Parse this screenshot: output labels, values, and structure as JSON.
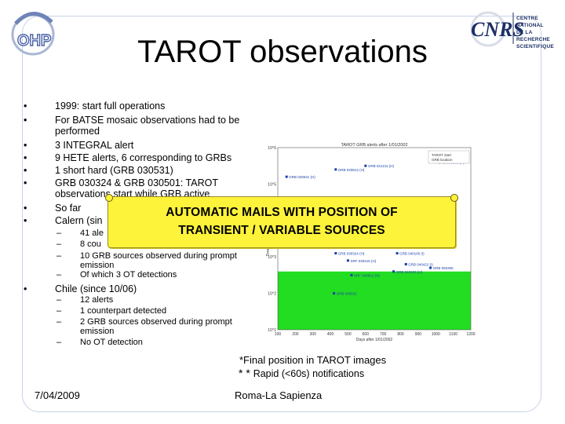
{
  "slide": {
    "title": "TAROT observations",
    "logo_left": "OHP",
    "logo_right": "CNRS",
    "logo_right_lines": [
      "CENTRE NATIONAL",
      "DE LA RECHERCHE",
      "SCIENTIFIQUE"
    ]
  },
  "bullets": [
    {
      "text": "1999: start full operations"
    },
    {
      "text": "For BATSE mosaic observations had to be performed"
    },
    {
      "text": "3 INTEGRAL alert"
    },
    {
      "text": "9 HETE alerts, 6 corresponding to GRBs"
    },
    {
      "text": "1 short hard (GRB 030531)"
    },
    {
      "text": "GRB 030324 & GRB 030501: TAROT observations start while GRB active"
    },
    {
      "text": "So far"
    },
    {
      "text": "Calern (sin"
    }
  ],
  "calern_sub": [
    {
      "text": "41 ale"
    },
    {
      "text": "8 cou"
    },
    {
      "text": "10 GRB sources observed during prompt emission"
    },
    {
      "text": "Of which 3 OT detections"
    }
  ],
  "chile": {
    "text": "Chile (since 10/06)",
    "sub": [
      {
        "text": "12 alerts"
      },
      {
        "text": "1 counterpart detected"
      },
      {
        "text": "2 GRB sources observed during prompt emission"
      },
      {
        "text": "No OT detection"
      }
    ]
  },
  "bullet_glyph": "•",
  "dash_glyph": "–",
  "banner": {
    "line1": "AUTOMATIC MAILS WITH POSITION OF",
    "line2": "TRANSIENT / VARIABLE SOURCES",
    "color": "#fdf33a"
  },
  "notes": {
    "final_position": "*Final position in TAROT images",
    "rapid_star": "* *",
    "rapid_text": "Rapid (<60s) notifications"
  },
  "footer": {
    "date": "7/04/2009",
    "place": "Roma-La Sapienza"
  },
  "chart_data": {
    "type": "scatter",
    "title": "TAROT GRB alerts after 1/01/2002",
    "xlabel": "Days after 1/01/2002",
    "ylabel": "Time from trigger (s)",
    "x_ticks": [
      "100",
      "200",
      "300",
      "400",
      "500",
      "600",
      "700",
      "800",
      "900",
      "1000",
      "1100",
      "1200"
    ],
    "y_ticks": [
      "10^6",
      "10^5",
      "10^4",
      "10^3",
      "10^2",
      "10^1"
    ],
    "xlim": [
      100,
      1200
    ],
    "ylim_log10": [
      1,
      6
    ],
    "legend": [
      "TAROT start",
      "GRB location"
    ],
    "green_band_color": "#22dd22",
    "points": [
      {
        "label": "GRB 020531 (H)",
        "x": 150,
        "y_log10": 5.2
      },
      {
        "label": "GRB 020813 (H)",
        "x": 430,
        "y_log10": 5.4
      },
      {
        "label": "GRB 021211 (H)",
        "x": 600,
        "y_log10": 5.5
      },
      {
        "label": "GRB 030501 (H)",
        "x": 1000,
        "y_log10": 5.6
      },
      {
        "label": "GRB 030324 (H)",
        "x": 430,
        "y_log10": 3.1
      },
      {
        "label": "XRF 030416 (H)",
        "x": 500,
        "y_log10": 2.9
      },
      {
        "label": "GRB 040106 (I)",
        "x": 780,
        "y_log10": 3.1
      },
      {
        "label": "GRB 040422 (I)",
        "x": 830,
        "y_log10": 2.8
      },
      {
        "label": "GRB 040223 (H)",
        "x": 760,
        "y_log10": 2.6
      },
      {
        "label": "XRF 040812 (H)",
        "x": 520,
        "y_log10": 2.5
      },
      {
        "label": "GRB 050306",
        "x": 970,
        "y_log10": 2.7
      },
      {
        "label": "GRB 030531",
        "x": 420,
        "y_log10": 2.0
      }
    ]
  }
}
